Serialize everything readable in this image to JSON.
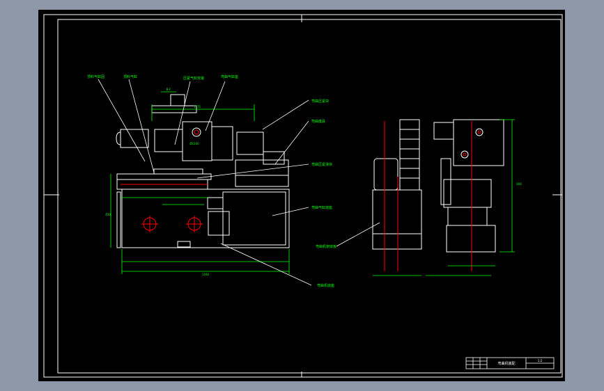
{
  "drawing": {
    "callouts": {
      "c1": "顶料气缸固",
      "c2": "顶料气缸",
      "c3": "压紧气缸安装",
      "c4": "弯曲气缸座",
      "c5": "弯曲压紧块",
      "c6": "弯曲模具",
      "c7": "弯曲压紧滑块",
      "c8": "弯曲气缸底座",
      "c9": "弯曲机架底板",
      "c10": "弯曲机底座"
    },
    "dims": {
      "top_dim": "1375",
      "cyl_label": "B-F",
      "pad_label": "Ø1200",
      "left_height": "450",
      "bottom_total": "1160",
      "right_height": "300"
    },
    "title_block": {
      "name": "弯曲机装配",
      "scale": "1:2"
    }
  },
  "colors": {
    "line": "#ffffff",
    "dim": "#00ff00",
    "center": "#ff0000",
    "background": "#000000"
  }
}
